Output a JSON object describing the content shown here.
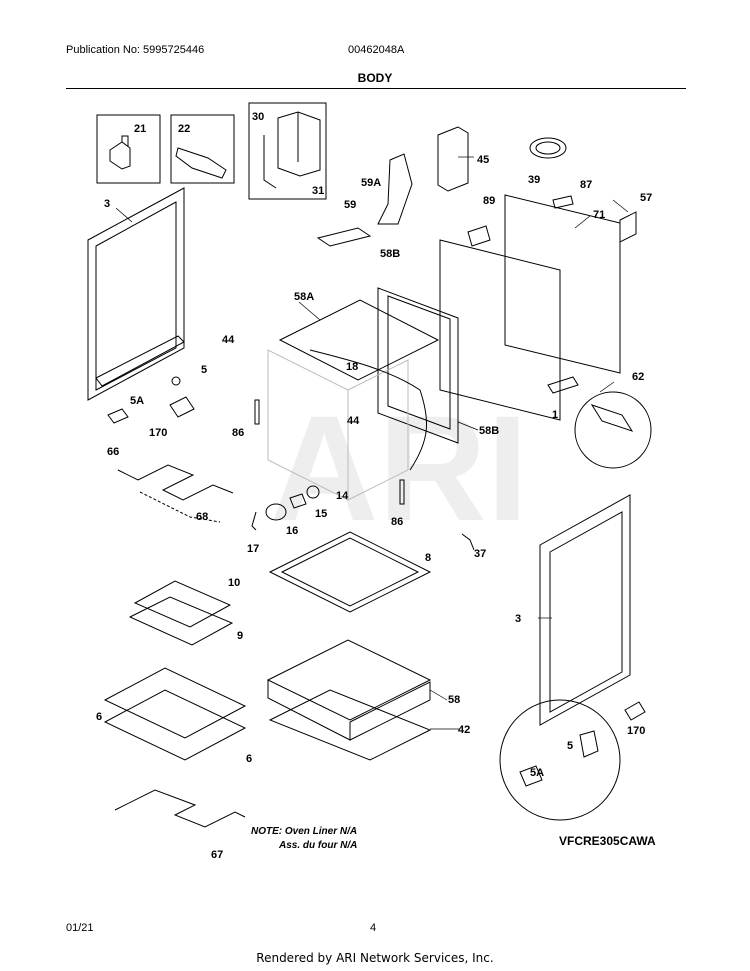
{
  "header": {
    "publication": "Publication No: 5995725446",
    "doc_number": "00462048A",
    "title": "BODY"
  },
  "footer": {
    "date": "01/21",
    "page": "4",
    "rendered_by": "Rendered by ARI Network Services, Inc."
  },
  "note": {
    "line1": "NOTE: Oven Liner N/A",
    "line2": "Ass. du four N/A"
  },
  "model": "VFCRE305CAWA",
  "watermark": "ARI",
  "callouts": {
    "c21": "21",
    "c22": "22",
    "c30": "30",
    "c31": "31",
    "c45": "45",
    "c39": "39",
    "c59a": "59A",
    "c59": "59",
    "c58b_top": "58B",
    "c87": "87",
    "c57": "57",
    "c89": "89",
    "c71": "71",
    "c3_left": "3",
    "c58a": "58A",
    "c44_left": "44",
    "c18": "18",
    "c5_left": "5",
    "c5a_left": "5A",
    "c170_left": "170",
    "c86_left": "86",
    "c44_mid": "44",
    "c58b_mid": "58B",
    "c1": "1",
    "c62": "62",
    "c66": "66",
    "c68": "68",
    "c14": "14",
    "c15": "15",
    "c16": "16",
    "c17": "17",
    "c86_right": "86",
    "c37": "37",
    "c8": "8",
    "c10": "10",
    "c9": "9",
    "c3_right": "3",
    "c6_top": "6",
    "c6_bottom": "6",
    "c58": "58",
    "c42": "42",
    "c170_right": "170",
    "c5_right": "5",
    "c5a_right": "5A",
    "c67": "67"
  }
}
